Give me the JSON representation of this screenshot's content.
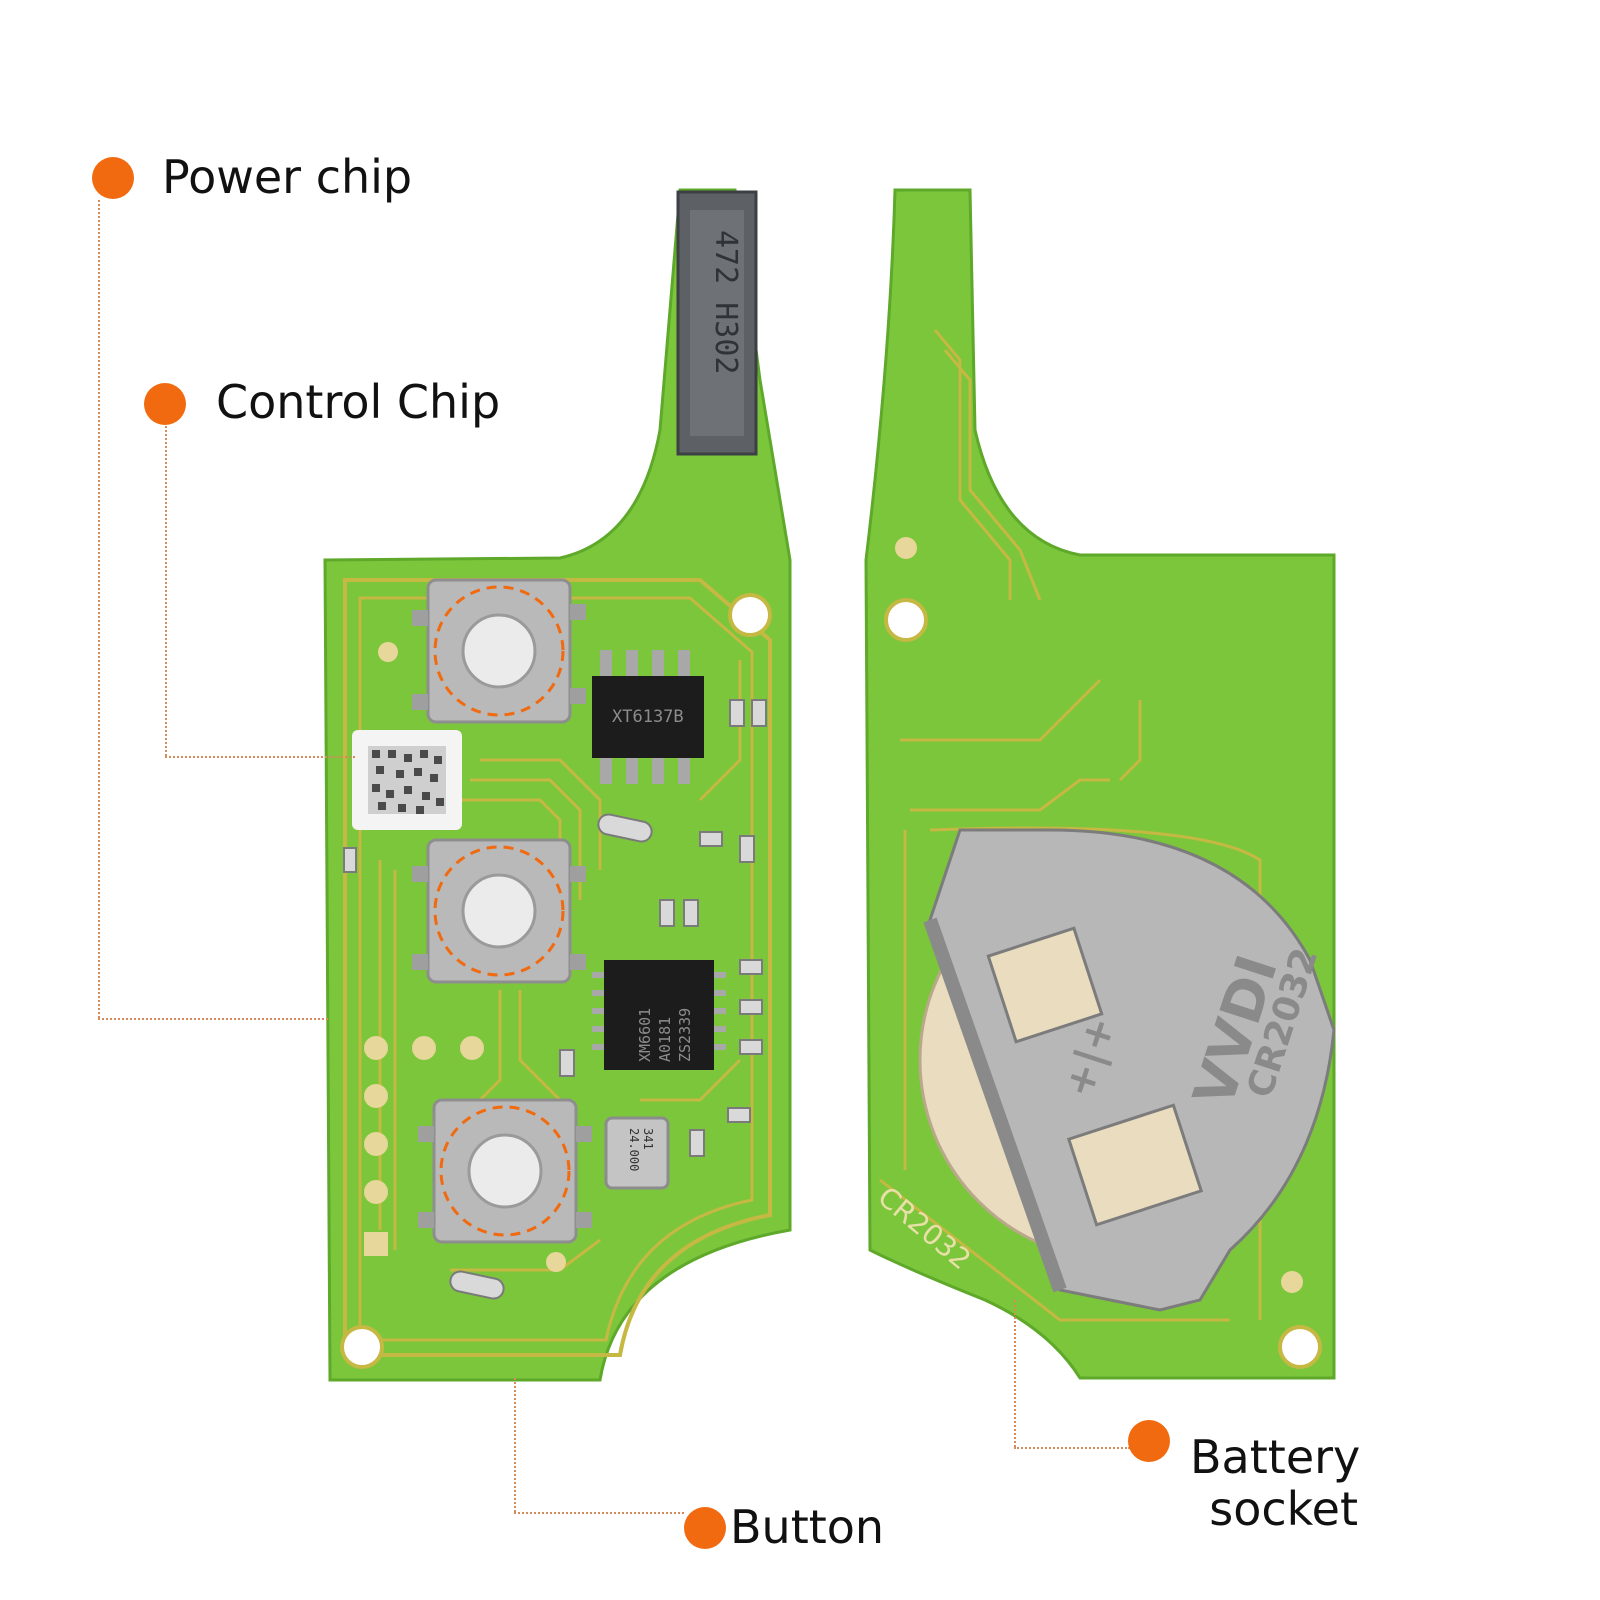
{
  "callouts": {
    "power_chip": "Power chip",
    "control_chip": "Control Chip",
    "button": "Button",
    "battery_socket_line1": "Battery",
    "battery_socket_line2": "socket"
  },
  "pcb_markings": {
    "connector": "472 H302",
    "power_ic": "XT6137B",
    "control_ic_line1": "XM6601",
    "control_ic_line2": "A0181",
    "control_ic_line3": "ZS2339",
    "crystal_line1": "24.000",
    "crystal_line2": "341",
    "battery_label": "CR2032",
    "battery_brand": "VVDI",
    "battery_model": "CR2032",
    "battery_polarity": "+|+"
  },
  "colors": {
    "accent": "#f16a0f",
    "pcb_green": "#7cc63c",
    "trace": "#c5b843",
    "metal": "#b8b8b8"
  }
}
